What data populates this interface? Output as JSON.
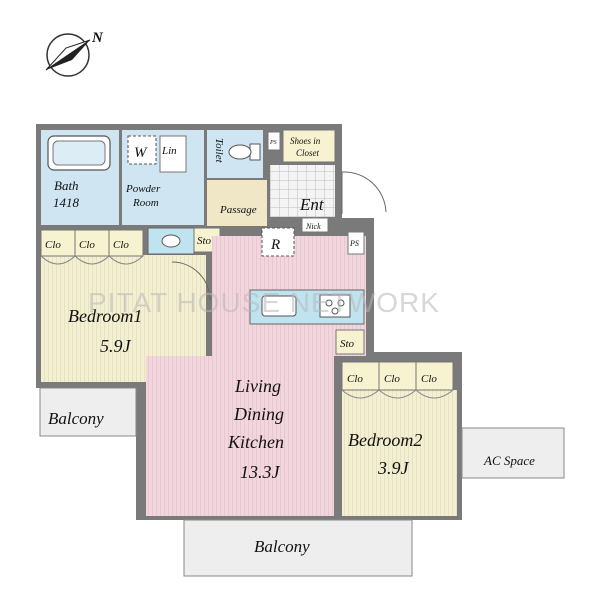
{
  "colors": {
    "wall": "#7a7a7a",
    "bath": "#cfe6f2",
    "bedroom": "#f3efd2",
    "living": "#f2d6de",
    "passage": "#efe7c6",
    "closet": "#f7f2cf",
    "balcony": "#eeeeee",
    "counter": "#bfe3ef"
  },
  "compass": {
    "label": "N",
    "icon": "compass-arrow-icon"
  },
  "watermark": "PITAT HOUSE NETWORK",
  "rooms": {
    "bath": {
      "name": "Bath",
      "size": "1418"
    },
    "washer": "W",
    "linen": "Lin",
    "powder_room": {
      "line1": "Powder",
      "line2": "Room"
    },
    "toilet": "Toilet",
    "ps_small": "PS",
    "shoes_closet": {
      "line1": "Shoes in",
      "line2": "Closet"
    },
    "passage": "Passage",
    "entrance": "Ent",
    "niche": "Nick",
    "storage_hall": "Sto",
    "refrigerator": "R",
    "ps_living": "PS",
    "bedroom1": {
      "name": "Bedroom1",
      "size": "5.9J",
      "closets": [
        "Clo",
        "Clo",
        "Clo"
      ]
    },
    "storage_living": "Sto",
    "living": {
      "line1": "Living",
      "line2": "Dining",
      "line3": "Kitchen",
      "size": "13.3J"
    },
    "bedroom2": {
      "name": "Bedroom2",
      "size": "3.9J",
      "closets": [
        "Clo",
        "Clo",
        "Clo"
      ]
    },
    "balcony_left": "Balcony",
    "balcony_bottom": "Balcony",
    "ac_space": "AC Space"
  }
}
